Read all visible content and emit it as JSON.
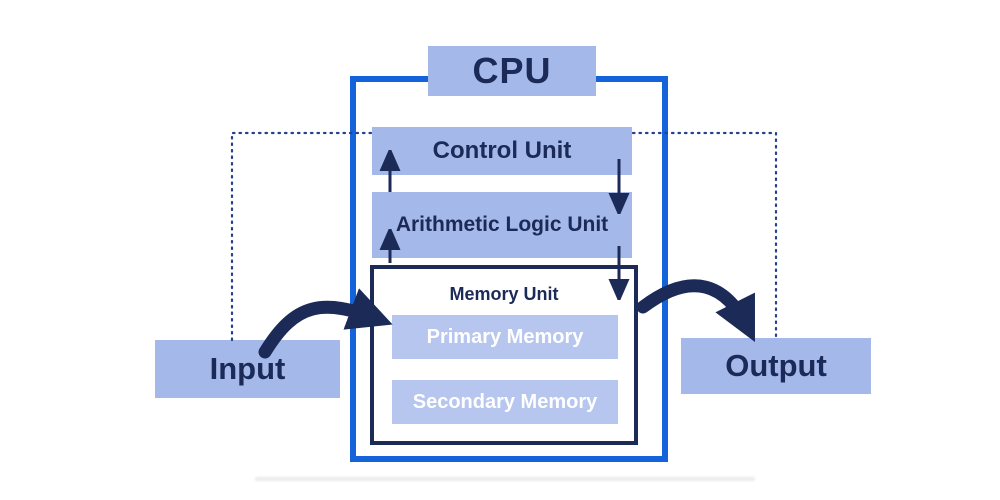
{
  "nodes": {
    "cpu": "CPU",
    "control_unit": "Control Unit",
    "alu": "Arithmetic Logic Unit",
    "memory_unit": "Memory Unit",
    "primary_memory": "Primary Memory",
    "secondary_memory": "Secondary Memory",
    "input": "Input",
    "output": "Output"
  },
  "colors": {
    "box_fill": "#a4b8ea",
    "memory_item_fill": "#b7c6ee",
    "navy": "#1b2a57",
    "cpu_border": "#1563da",
    "white_text": "#ffffff",
    "dotted": "#26418f",
    "background": "#ffffff"
  }
}
